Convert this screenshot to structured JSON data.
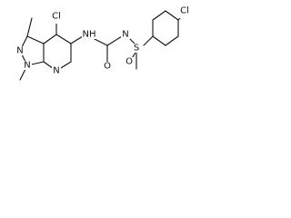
{
  "molecule": {
    "atoms": {
      "cl_pyrazolopyridine": "Cl",
      "methyl_top": "",
      "n_pyrazole_1": "N",
      "n_pyrazole_2": "N",
      "methyl_n": "",
      "n_pyridine": "N",
      "nh_amide": "NH",
      "o_carbonyl": "O",
      "n_sulfoximine": "N",
      "s_sulfoximine": "S",
      "o_sulfoximine": "O",
      "methyl_s": "",
      "cl_phenyl": "Cl"
    },
    "style": {
      "bond_color": "#111111",
      "label_color": "#111111",
      "background": "#ffffff"
    }
  }
}
